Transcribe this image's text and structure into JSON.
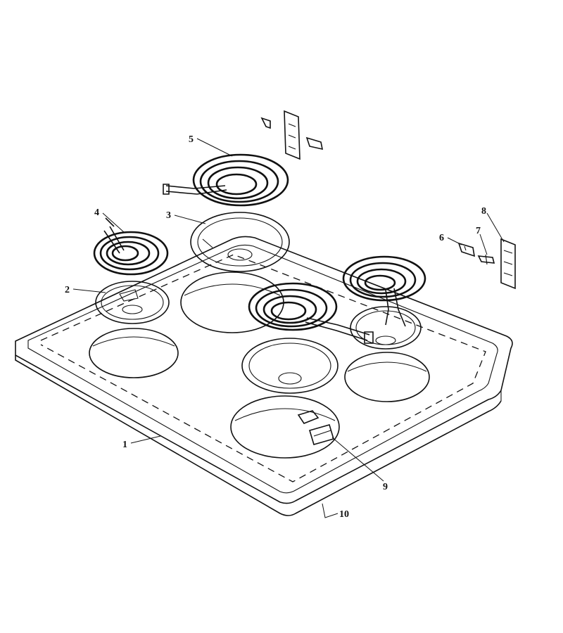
{
  "diagram": {
    "parts": [
      {
        "id": "1",
        "label": "1"
      },
      {
        "id": "2",
        "label": "2"
      },
      {
        "id": "3",
        "label": "3"
      },
      {
        "id": "4",
        "label": "4"
      },
      {
        "id": "5",
        "label": "5"
      },
      {
        "id": "6",
        "label": "6"
      },
      {
        "id": "7",
        "label": "7"
      },
      {
        "id": "8",
        "label": "8"
      },
      {
        "id": "9",
        "label": "9"
      },
      {
        "id": "10",
        "label": "10"
      }
    ]
  }
}
